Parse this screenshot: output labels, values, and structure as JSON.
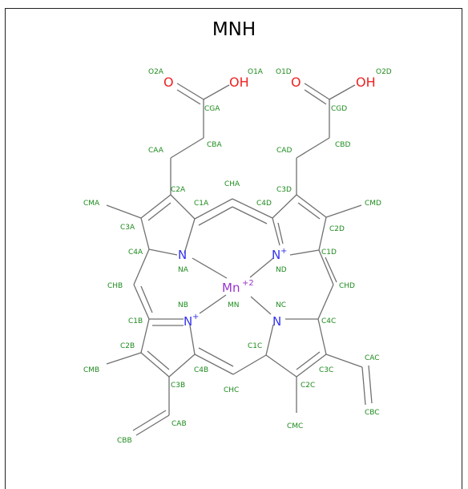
{
  "title": "MNH",
  "colors": {
    "carbon_label": "#1d8a1d",
    "nitrogen": "#3333ee",
    "oxygen": "#ee2222",
    "metal": "#9933cc",
    "bond": "#707070"
  },
  "heteroatoms": {
    "n_a": "N",
    "n_b": "N",
    "n_c": "N",
    "n_d": "N",
    "n_plus": "+",
    "metal": "Mn",
    "metal_charge": "+2",
    "o_ketone_a": "O",
    "oh_a": "OH",
    "o_ketone_d": "O",
    "oh_d": "OH"
  },
  "atom_labels": {
    "o2a": "O2A",
    "o1a": "O1A",
    "o1d": "O1D",
    "o2d": "O2D",
    "cga": "CGA",
    "cgd": "CGD",
    "caa": "CAA",
    "cba": "CBA",
    "cad": "CAD",
    "cbd": "CBD",
    "c2a": "C2A",
    "cha": "CHA",
    "c3d": "C3D",
    "cma": "CMA",
    "c1a": "C1A",
    "c4d": "C4D",
    "cmd": "CMD",
    "c3a": "C3A",
    "c2d": "C2D",
    "c4a": "C4A",
    "c1d": "C1D",
    "na": "NA",
    "nd": "ND",
    "chb": "CHB",
    "chd": "CHD",
    "nb": "NB",
    "mn": "MN",
    "nc": "NC",
    "c1b": "C1B",
    "c4c": "C4C",
    "c2b": "C2B",
    "c1c": "C1C",
    "cac": "CAC",
    "cmb": "CMB",
    "c4b": "C4B",
    "c3c": "C3C",
    "c3b": "C3B",
    "chc": "CHC",
    "c2c": "C2C",
    "cab": "CAB",
    "cmc": "CMC",
    "cbc": "CBC",
    "cbb": "CBB"
  }
}
